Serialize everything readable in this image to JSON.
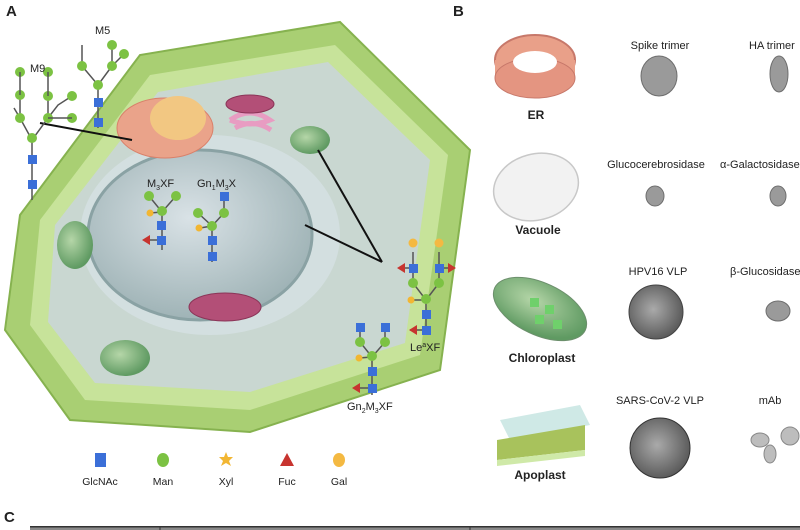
{
  "panels": {
    "a": "A",
    "b": "B",
    "c": "C"
  },
  "glycans": {
    "m9": "M9",
    "m5": "M5",
    "m3xf": {
      "a": "M",
      "b": "3",
      "c": "XF"
    },
    "gn1m3x": {
      "a": "Gn",
      "b": "1",
      "c": "M",
      "d": "3",
      "e": "X"
    },
    "gn2m3xf": {
      "a": "Gn",
      "b": "2",
      "c": "M",
      "d": "3",
      "e": "XF"
    },
    "leaxf": {
      "a": "Le",
      "b": "a",
      "c": "XF"
    }
  },
  "legend": [
    {
      "label": "GlcNAc",
      "shape": "square",
      "color": "#3b6fd8"
    },
    {
      "label": "Man",
      "shape": "circle",
      "color": "#7cc243"
    },
    {
      "label": "Xyl",
      "shape": "star",
      "color": "#f2b632"
    },
    {
      "label": "Fuc",
      "shape": "triangle",
      "color": "#c7342f"
    },
    {
      "label": "Gal",
      "shape": "circle",
      "color": "#f4b942"
    }
  ],
  "organelles": [
    {
      "label": "ER",
      "proteins": [
        "Spike trimer",
        "HA trimer"
      ]
    },
    {
      "label": "Vacuole",
      "proteins": [
        "Glucocerebrosidase",
        "α-Galactosidase"
      ]
    },
    {
      "label": "Chloroplast",
      "proteins": [
        "HPV16 VLP",
        "β-Glucosidase"
      ]
    },
    {
      "label": "Apoplast",
      "proteins": [
        "SARS-CoV-2 VLP",
        "mAb"
      ]
    }
  ]
}
